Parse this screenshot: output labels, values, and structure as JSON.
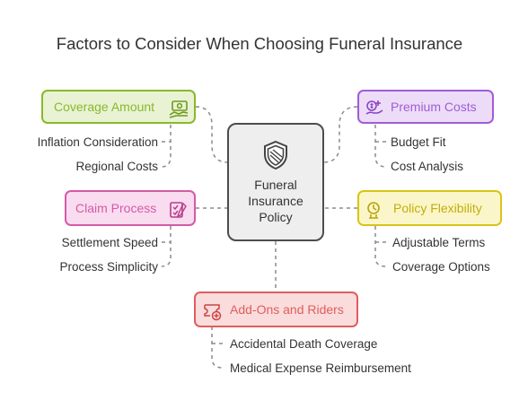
{
  "title": "Factors to Consider When Choosing Funeral Insurance",
  "center": {
    "label": "Funeral\nInsurance\nPolicy",
    "icon": "shield-icon"
  },
  "branches": {
    "coverage": {
      "label": "Coverage Amount",
      "icon": "money-icon",
      "color": "#8ab82e",
      "fill": "#e9f3d3",
      "items": [
        "Inflation Consideration",
        "Regional Costs"
      ]
    },
    "claim": {
      "label": "Claim Process",
      "icon": "checklist-icon",
      "color": "#d45aa8",
      "fill": "#f9dcef",
      "items": [
        "Settlement Speed",
        "Process Simplicity"
      ]
    },
    "premium": {
      "label": "Premium Costs",
      "icon": "payment-icon",
      "color": "#a05dd6",
      "fill": "#ecdcf8",
      "items": [
        "Budget Fit",
        "Cost Analysis"
      ]
    },
    "flexibility": {
      "label": "Policy Flexibility",
      "icon": "adjust-icon",
      "color": "#d8c416",
      "fill": "#fbf6c9",
      "items": [
        "Adjustable Terms",
        "Coverage Options"
      ]
    },
    "addons": {
      "label": "Add-Ons and Riders",
      "icon": "ticket-add-icon",
      "color": "#e05d5d",
      "fill": "#fadcdc",
      "items": [
        "Accidental Death Coverage",
        "Medical Expense Reimbursement"
      ]
    }
  }
}
